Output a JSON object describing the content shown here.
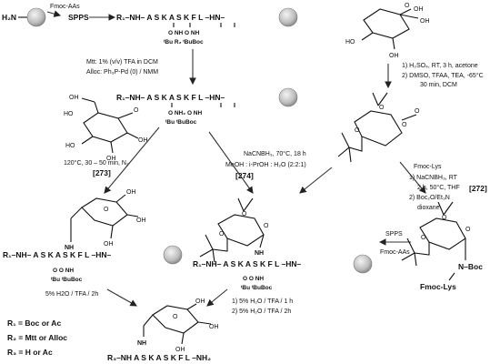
{
  "reagents": {
    "fmoc_aas_top": "Fmoc-AAs",
    "sppss_top": "SPPS",
    "h2n": "H₂N",
    "mtt": "Mtt: 1% (v/v) TFA in DCM",
    "alloc": "Alloc: Ph₃P-Pd (0) / NMM",
    "sugar_step1": "1)   H₂SO₄, RT, 3 h, acetone",
    "sugar_step2": "2)   DMSO, TFAA, TEA, -65°C",
    "sugar_step2b": "30 min, DCM",
    "maillard_cond": "120°C, 30 – 50 min, N₂",
    "reductive_cond1": "NaCNBH₃, 70°C, 18 h",
    "reductive_cond2": "MeOH : i-PrOH : H₂O (2:2:1)",
    "fmoc_lys": "Fmoc-Lys",
    "fl_step1": "1) NaCNBH₃, RT",
    "fl_step1b": "2 h, 50°C, THF",
    "fl_step2": "2) Boc₂O/Et₃N",
    "fl_step2b": "dioxane",
    "sppss_right": "SPPS",
    "fmoc_aas_right": "Fmoc-AAs",
    "deprot_left": "5% H2O / TFA / 2h",
    "deprot_right1": "1) 5% H₂O / TFA / 1 h",
    "deprot_right2": "2) 5% H₂O / TFA / 2h",
    "fmoc_lys_product": "Fmoc-Lys",
    "boc": "N–Boc"
  },
  "refs": {
    "r273": "[273]",
    "r274": "[274]",
    "r272": "[272]"
  },
  "peptides": {
    "top": "R₁–NH– A   S   K  A   S   K  F   L –HN–",
    "top_sub": "O   NH        O   NH",
    "top_sub2": "ᵗBu  R₂         ᵗBuBoc",
    "mid": "R₁–NH– A   S  K   A   S   K  F   L –HN–",
    "mid_sub": "O  NH₂        O   NH",
    "mid_sub2": "ᵗBu              ᵗBuBoc",
    "left": "R₁–NH– A   S  K   A   S   K  F   L –HN–",
    "left_sub": "O               O   NH",
    "left_sub2": "ᵗBu             ᵗBuBoc",
    "center": "R₁–NH– A   S  K   A   S   K  F   L –HN–",
    "center_sub": "O               O   NH",
    "center_sub2": "ᵗBu             ᵗBuBoc",
    "final": "R₃–NH   A   S   K   A   S   K   F   L –NH₂"
  },
  "legend": {
    "r1": "R₁ = Boc or Ac",
    "r2": "R₂ = Mtt or Alloc",
    "r3": "R₃ = H or Ac"
  },
  "atoms": {
    "nh": "NH",
    "o": "O",
    "oh": "OH",
    "ho": "HO"
  }
}
